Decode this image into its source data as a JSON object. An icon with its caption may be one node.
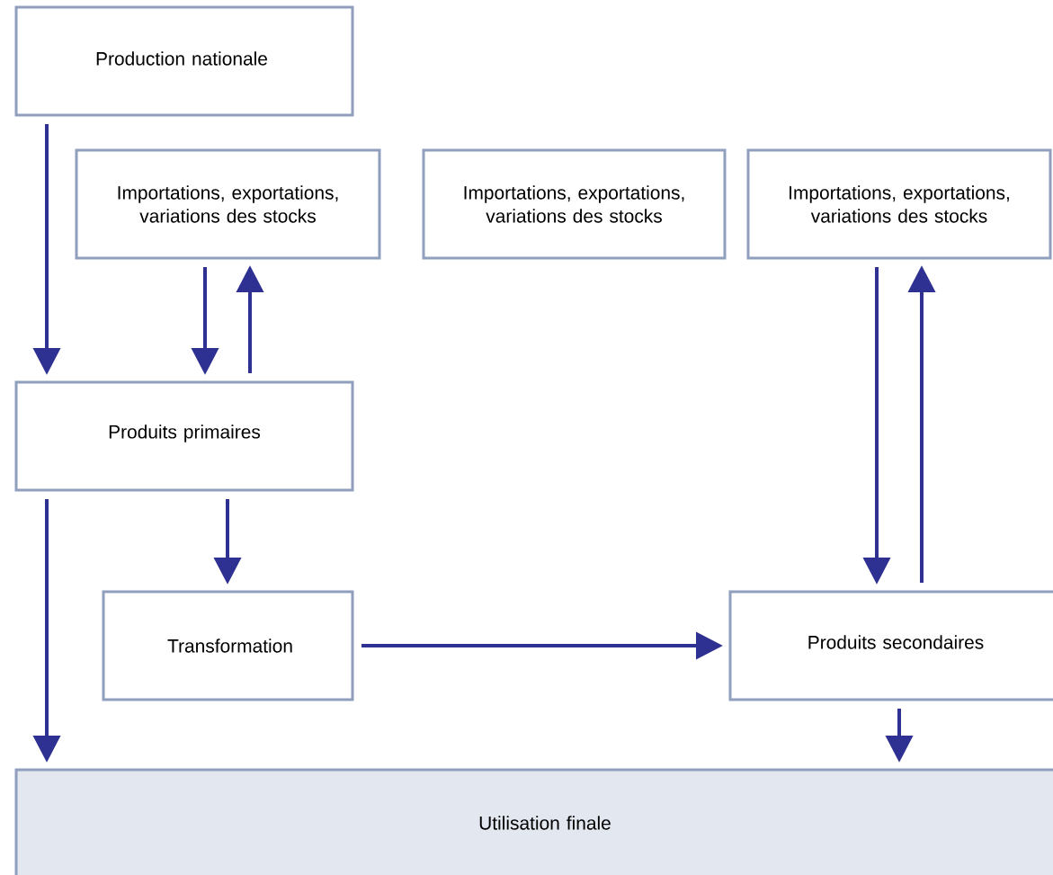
{
  "diagram": {
    "nodes": [
      {
        "text": [
          "Production nationale"
        ]
      },
      {
        "text": [
          "Importations, exportations, variations des stocks"
        ]
      },
      {
        "text": [
          "Importations, exportations, variations des stocks"
        ]
      },
      {
        "text": [
          "Importations, exportations, variations des stocks"
        ]
      },
      {
        "text": [
          "Produits primaires"
        ]
      },
      {
        "text": [
          "Transformation"
        ]
      },
      {
        "text": [
          "Produits secondaires"
        ]
      },
      {
        "text": [
          "Utilisation finale"
        ]
      }
    ],
    "edges": [
      {
        "from": 0,
        "to": 4,
        "arrow": "to"
      },
      {
        "from": 1,
        "to": 4,
        "arrow": "to"
      },
      {
        "from": 4,
        "to": 1,
        "arrow": "to"
      },
      {
        "from": 4,
        "to": 7,
        "arrow": "to"
      },
      {
        "from": 4,
        "to": 5,
        "arrow": "to"
      },
      {
        "from": 5,
        "to": 6,
        "arrow": "to"
      },
      {
        "from": 3,
        "to": 6,
        "arrow": "to"
      },
      {
        "from": 6,
        "to": 3,
        "arrow": "to"
      },
      {
        "from": 6,
        "to": 7,
        "arrow": "to"
      }
    ]
  }
}
